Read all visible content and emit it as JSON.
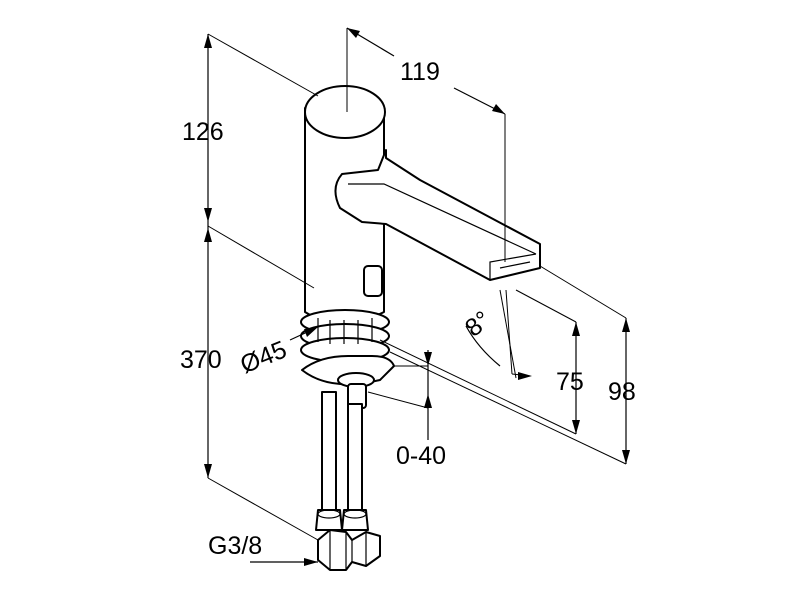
{
  "labels": {
    "width_119": "119",
    "height_126": "126",
    "height_370": "370",
    "diameter_45": "Ø45",
    "angle_8": "8°",
    "height_75": "75",
    "height_98": "98",
    "range_0_40": "0-40",
    "thread_g38": "G3/8"
  }
}
